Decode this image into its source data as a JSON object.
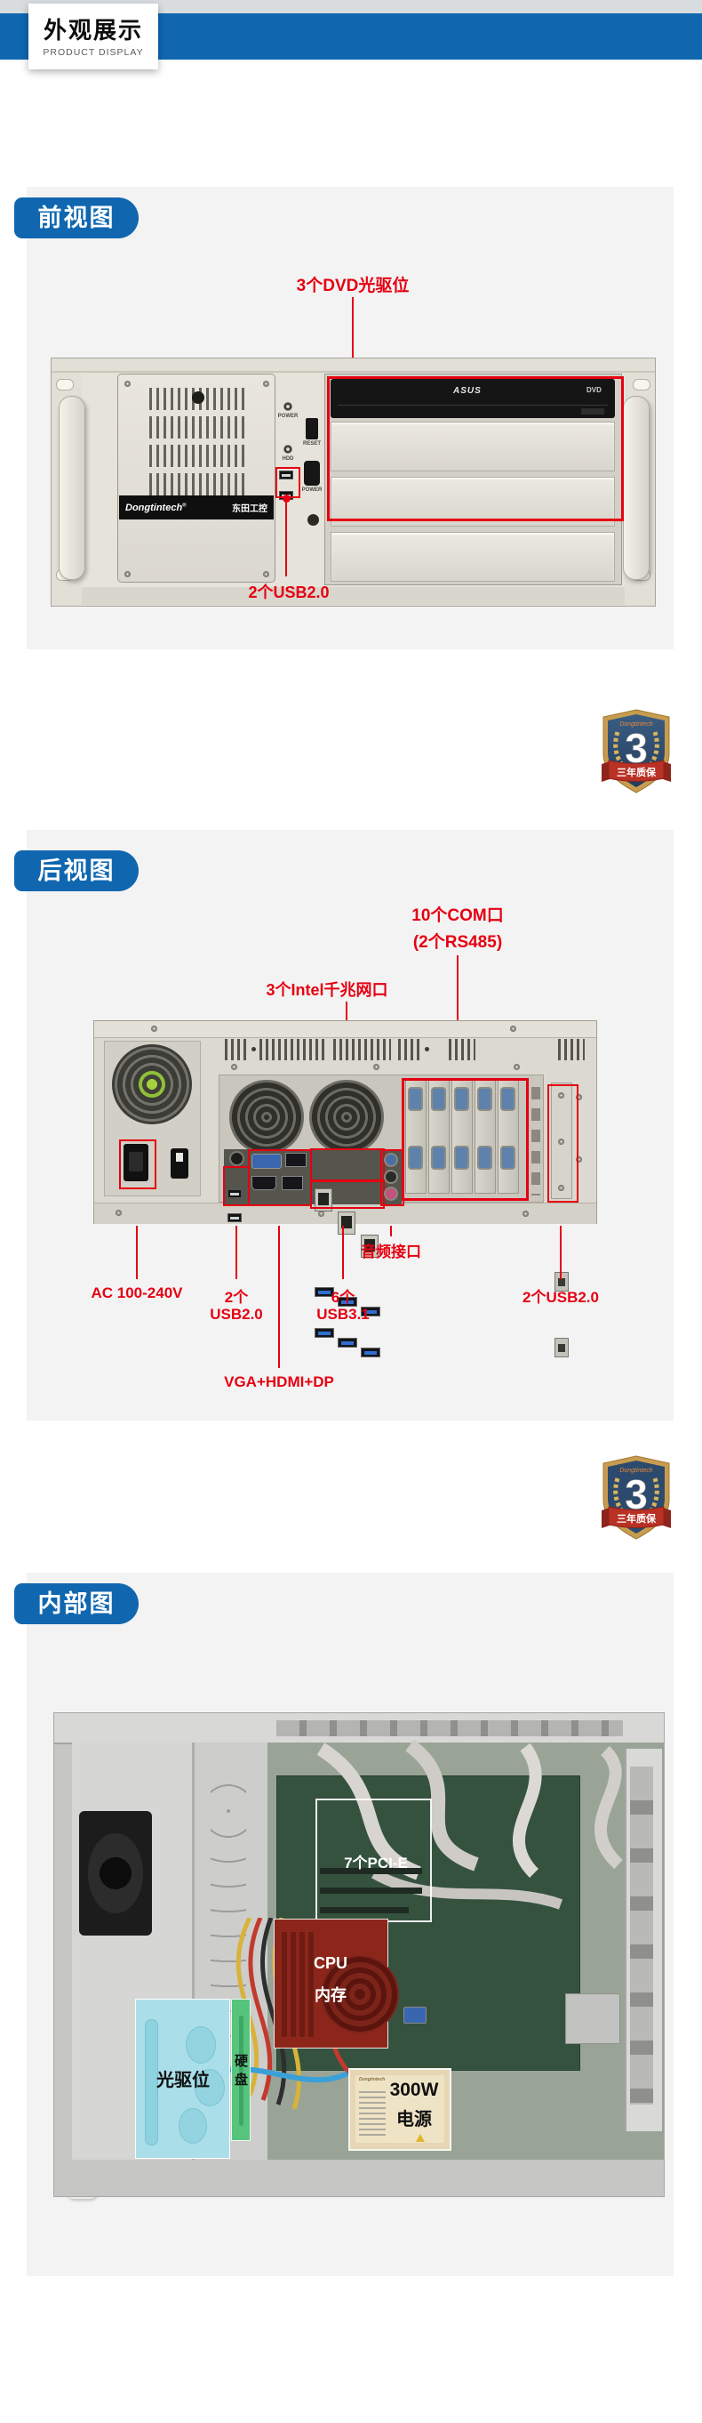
{
  "header": {
    "title": "外观展示",
    "subtitle": "PRODUCT DISPLAY"
  },
  "front": {
    "label": "前视图",
    "dvd_annotation": "3个DVD光驱位",
    "usb_annotation": "2个USB2.0",
    "panel": {
      "power_led": "POWER",
      "reset": "RESET",
      "hdd_led": "HDD",
      "power_switch": "POWER",
      "brand": "Dongtintech",
      "brand_reg": "®",
      "brand_cn": "东田工控",
      "drive_brand": "ASUS",
      "drive_badge": "DVD"
    }
  },
  "rear": {
    "label": "后视图",
    "com_annotation_line1": "10个COM口",
    "com_annotation_line2": "(2个RS485)",
    "lan_annotation": "3个Intel千兆网口",
    "audio_annotation": "音频接口",
    "ac_annotation": "AC 100-240V",
    "usb2_line1": "2个",
    "usb2_line2": "USB2.0",
    "usb3_line1": "6个",
    "usb3_line2": "USB3.1",
    "video_annotation": "VGA+HDMI+DP",
    "usb2_right_annotation": "2个USB2.0"
  },
  "internal": {
    "label": "内部图",
    "pcie_annotation": "7个PCI-E",
    "cpu_line1": "CPU",
    "cpu_line2": "内存",
    "odd_annotation": "光驱位",
    "hdd_annotation": "硬盘",
    "psu_line1": "300W",
    "psu_line2": "电源",
    "psu_brand": "Dongtintech"
  },
  "badge": {
    "number": "3",
    "brand": "Dongtintech",
    "ribbon": "三年质保"
  },
  "colors": {
    "accent_blue": "#1067b0",
    "annotation_red": "#e60012"
  }
}
